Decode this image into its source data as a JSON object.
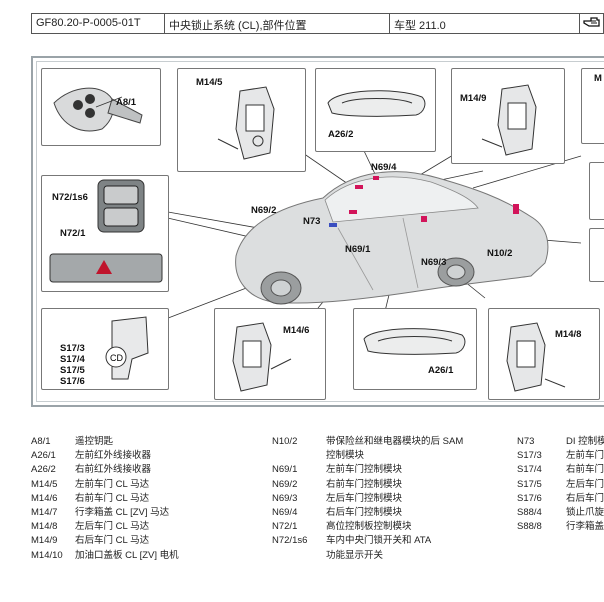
{
  "header": {
    "doc_id": "GF80.20-P-0005-01T",
    "title": "中央锁止系统 (CL),部件位置",
    "model": "车型 211.0",
    "icon": "hand-pointer-icon"
  },
  "callouts": {
    "A8_1": "A8/1",
    "M14_5": "M14/5",
    "A26_2": "A26/2",
    "M14_9": "M14/9",
    "M_partial": "M",
    "N72_1s6": "N72/1s6",
    "N72_1": "N72/1",
    "S17_group": [
      "S17/3",
      "S17/4",
      "S17/5",
      "S17/6"
    ],
    "M14_6": "M14/6",
    "A26_1": "A26/1",
    "M14_8": "M14/8",
    "car_N69_4": "N69/4",
    "car_N69_2": "N69/2",
    "car_N73": "N73",
    "car_N69_1": "N69/1",
    "car_N69_3": "N69/3",
    "car_N10_2": "N10/2"
  },
  "legend": {
    "col1": [
      {
        "code": "A8/1",
        "desc": "遥控钥匙"
      },
      {
        "code": "A26/1",
        "desc": "左前红外线接收器"
      },
      {
        "code": "A26/2",
        "desc": "右前红外线接收器"
      },
      {
        "code": "M14/5",
        "desc": "左前车门 CL 马达"
      },
      {
        "code": "M14/6",
        "desc": "右前车门 CL 马达"
      },
      {
        "code": "M14/7",
        "desc": "行李箱盖 CL [ZV] 马达"
      },
      {
        "code": "M14/8",
        "desc": "左后车门 CL 马达"
      },
      {
        "code": "M14/9",
        "desc": "右后车门 CL 马达"
      },
      {
        "code": "M14/10",
        "desc": "加油口盖板 CL [ZV] 电机"
      }
    ],
    "col2": [
      {
        "code": "N10/2",
        "desc": "带保险丝和继电器模块的后 SAM"
      },
      {
        "code": "",
        "desc": "控制模块"
      },
      {
        "code": "N69/1",
        "desc": "左前车门控制模块"
      },
      {
        "code": "N69/2",
        "desc": "右前车门控制模块"
      },
      {
        "code": "N69/3",
        "desc": "左后车门控制模块"
      },
      {
        "code": "N69/4",
        "desc": "右后车门控制模块"
      },
      {
        "code": "N72/1",
        "desc": "高位控制板控制模块"
      },
      {
        "code": "N72/1s6",
        "desc": "车内中央门锁开关和 ATA"
      },
      {
        "code": "",
        "desc": "功能显示开关"
      }
    ],
    "col3": [
      {
        "code": "N73",
        "desc": "DI 控制模"
      },
      {
        "code": "S17/3",
        "desc": "左前车门"
      },
      {
        "code": "S17/4",
        "desc": "右前车门"
      },
      {
        "code": "S17/5",
        "desc": "左后车门"
      },
      {
        "code": "S17/6",
        "desc": "右后车门"
      },
      {
        "code": "S88/4",
        "desc": "锁止爪旋"
      },
      {
        "code": "S88/8",
        "desc": "行李箱盖"
      }
    ]
  }
}
